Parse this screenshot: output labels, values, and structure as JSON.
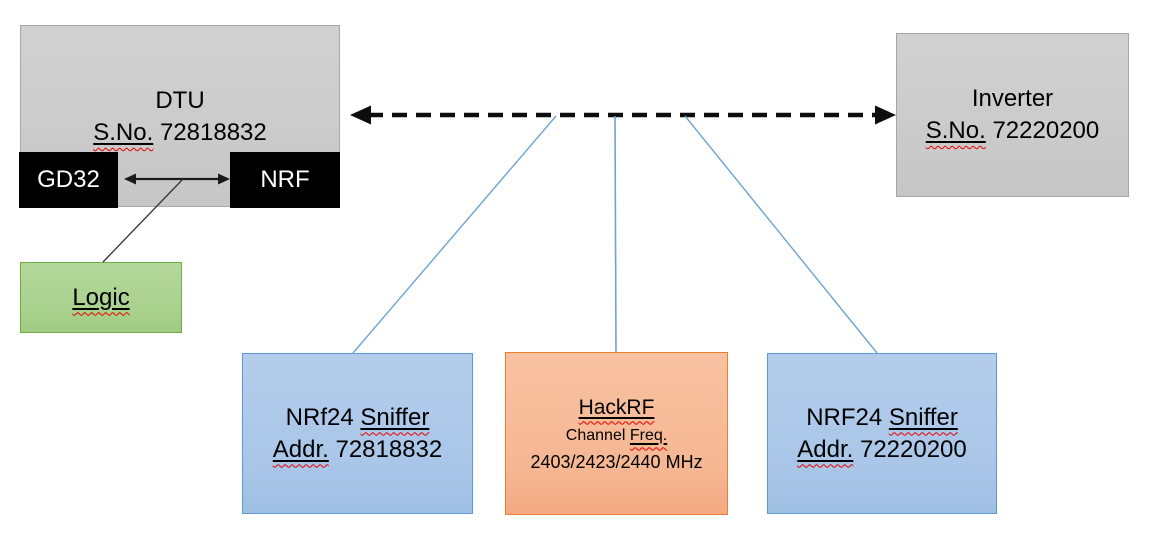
{
  "colors": {
    "box_gray_fill": "#cbcbcb",
    "box_gray_border": "#a6a6a6",
    "box_black_fill": "#000000",
    "box_green_fill": "#a9d18e",
    "box_green_border": "#70ad47",
    "box_blue_fill": "#a9c6e8",
    "box_blue_border": "#5b9bd5",
    "box_orange_fill": "#f6b793",
    "box_orange_border": "#ed7d31",
    "connector_blue": "#6fa3d4",
    "arrow_black": "#0d0d0d",
    "squiggle_red": "#e60000"
  },
  "diagram": {
    "dtu": {
      "title": "DTU",
      "serial_label": "S.No.",
      "serial_value": " 72818832",
      "chip_gd32": "GD32",
      "chip_nrf": "NRF"
    },
    "logic": {
      "label": "Logic"
    },
    "inverter": {
      "title": "Inverter",
      "serial_label": "S.No.",
      "serial_value": " 72220200"
    },
    "sniffer_left": {
      "title_prefix": "NRf24 ",
      "title_word": "Sniffer",
      "addr_label": "Addr.",
      "addr_value": " 72818832"
    },
    "hackrf": {
      "title": "HackRF",
      "channel_prefix": "Channel ",
      "channel_word": "Freq.",
      "frequencies": "2403/2423/2440 MHz"
    },
    "sniffer_right": {
      "title_prefix": "NRF24 ",
      "title_word": "Sniffer",
      "addr_label": "Addr.",
      "addr_value": " 72220200"
    }
  }
}
